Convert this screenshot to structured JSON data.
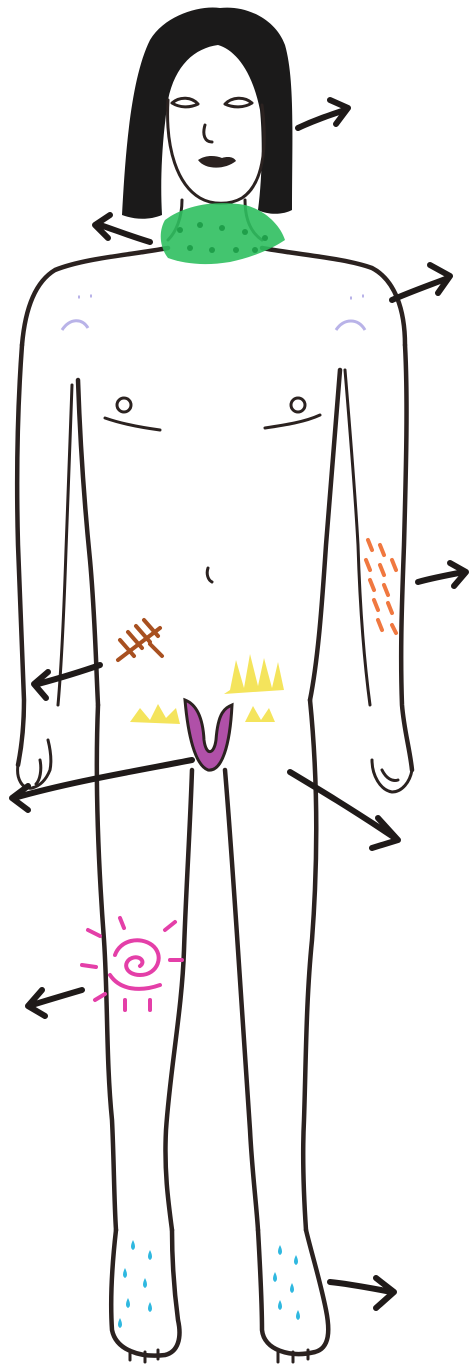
{
  "figure": {
    "ink_color": "#2b2220",
    "hair_color": "#1b1a1a",
    "skin_color": "#ffffff"
  },
  "markings": [
    {
      "id": "neck",
      "color": "#2fbf5f",
      "shape": "dense-dots",
      "icon": "neck-rash-icon"
    },
    {
      "id": "left-shoulder",
      "color": "#b9b3e8",
      "shape": "small-arc",
      "icon": "shoulder-mark-icon"
    },
    {
      "id": "right-shoulder",
      "color": "#b9b3e8",
      "shape": "small-arc",
      "icon": "shoulder-mark-icon"
    },
    {
      "id": "forearm",
      "color": "#f07840",
      "shape": "dashes",
      "icon": "forearm-rash-icon"
    },
    {
      "id": "hip-scar",
      "color": "#a85020",
      "shape": "hatched-lines",
      "icon": "scar-icon"
    },
    {
      "id": "groin",
      "color": "#f3e040",
      "shape": "zigzag-patches",
      "icon": "groin-rash-icon"
    },
    {
      "id": "genitals",
      "color": "#b050a8",
      "shape": "u-shape",
      "icon": "genital-mark-icon"
    },
    {
      "id": "knee",
      "color": "#e43fa8",
      "shape": "spiral-with-rays",
      "icon": "knee-pain-icon"
    },
    {
      "id": "feet",
      "color": "#2fb8e0",
      "shape": "droplets",
      "icon": "swelling-drops-icon"
    }
  ],
  "arrows": [
    {
      "id": "head-arrow",
      "direction": "right",
      "icon": "arrow-right-icon"
    },
    {
      "id": "neck-arrow",
      "direction": "left",
      "icon": "arrow-left-icon"
    },
    {
      "id": "shoulder-arrow",
      "direction": "right",
      "icon": "arrow-right-icon"
    },
    {
      "id": "forearm-arrow",
      "direction": "right",
      "icon": "arrow-right-icon"
    },
    {
      "id": "hip-arrow",
      "direction": "left",
      "icon": "arrow-left-icon"
    },
    {
      "id": "groin-arrow-left",
      "direction": "left",
      "icon": "arrow-left-icon"
    },
    {
      "id": "groin-arrow-right",
      "direction": "right",
      "icon": "arrow-right-icon"
    },
    {
      "id": "knee-arrow",
      "direction": "left",
      "icon": "arrow-left-icon"
    },
    {
      "id": "foot-arrow",
      "direction": "right",
      "icon": "arrow-right-icon"
    }
  ]
}
